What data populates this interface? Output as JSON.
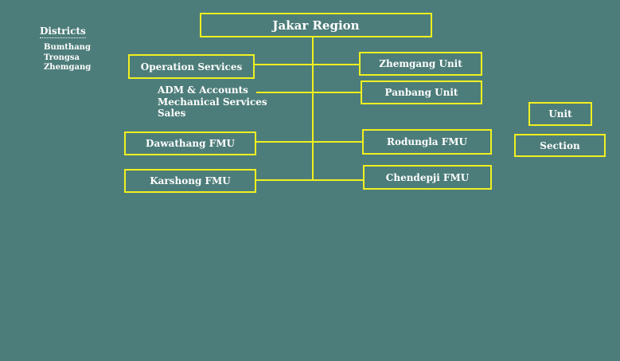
{
  "root": {
    "label": "Jakar Region"
  },
  "districts": {
    "heading": "Districts",
    "items": [
      "Bumthang",
      "Trongsa",
      "Zhemgang"
    ]
  },
  "left_units": {
    "operation_services": "Operation Services",
    "dawathang_fmu": "Dawathang FMU",
    "karshong_fmu": "Karshong FMU"
  },
  "functions": {
    "items": [
      "ADM & Accounts",
      "Mechanical Services",
      "Sales"
    ]
  },
  "right_units": {
    "zhemgang_unit": "Zhemgang Unit",
    "panbang_unit": "Panbang Unit",
    "rodungla_fmu": "Rodungla FMU",
    "chendepji_fmu": "Chendepji FMU"
  },
  "legend": {
    "unit": "Unit",
    "section": "Section"
  },
  "colors": {
    "background": "#4d7d7a",
    "line": "#f0f020",
    "text": "#ffffff"
  }
}
